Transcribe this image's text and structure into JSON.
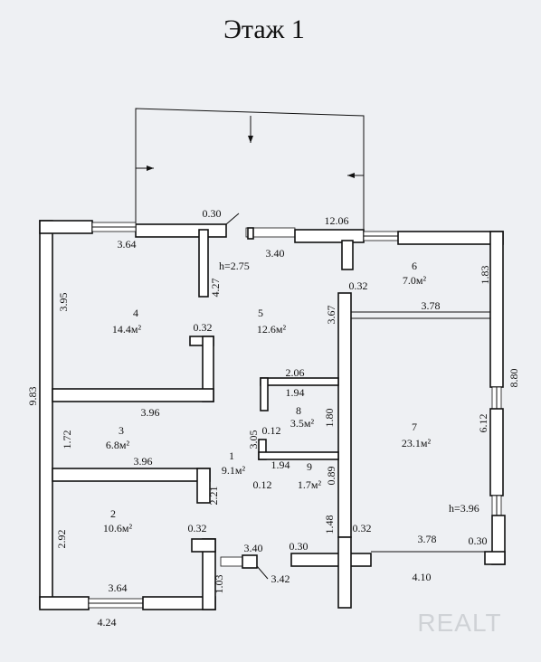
{
  "title": "Этаж 1",
  "watermark": "REALT",
  "rooms": [
    {
      "id": "1",
      "area": "9.1м²"
    },
    {
      "id": "2",
      "area": "10.6м²"
    },
    {
      "id": "3",
      "area": "6.8м²"
    },
    {
      "id": "4",
      "area": "14.4м²"
    },
    {
      "id": "5",
      "area": "12.6м²"
    },
    {
      "id": "6",
      "area": "7.0м²"
    },
    {
      "id": "7",
      "area": "23.1м²"
    },
    {
      "id": "8",
      "area": "3.5м²"
    },
    {
      "id": "9",
      "area": "1.7м²"
    }
  ],
  "dimensions": {
    "d_030_top": "0.30",
    "d_1206": "12.06",
    "d_364_top": "3.64",
    "d_340_top": "3.40",
    "h_275": "h=2.75",
    "d_427": "4.27",
    "d_183": "1.83",
    "d_395": "3.95",
    "d_032_a": "0.32",
    "d_367": "3.67",
    "d_378_top": "3.78",
    "d_032_b": "0.32",
    "d_983": "9.83",
    "d_880": "8.80",
    "d_206": "2.06",
    "d_194_a": "1.94",
    "d_396_a": "3.96",
    "d_172": "1.72",
    "d_305": "3.05",
    "d_012_a": "0.12",
    "d_180": "1.80",
    "d_612": "6.12",
    "d_194_b": "1.94",
    "d_396_b": "3.96",
    "d_012_b": "0.12",
    "d_089": "0.89",
    "d_221": "2.21",
    "h_396": "h=3.96",
    "d_148": "1.48",
    "d_032_c": "0.32",
    "d_292": "2.92",
    "d_032_d": "0.32",
    "d_340_bot": "3.40",
    "d_030_b": "0.30",
    "d_378_bot": "3.78",
    "d_030_c": "0.30",
    "d_342": "3.42",
    "d_410": "4.10",
    "d_364_bot": "3.64",
    "d_103": "1.03",
    "d_424": "4.24"
  }
}
